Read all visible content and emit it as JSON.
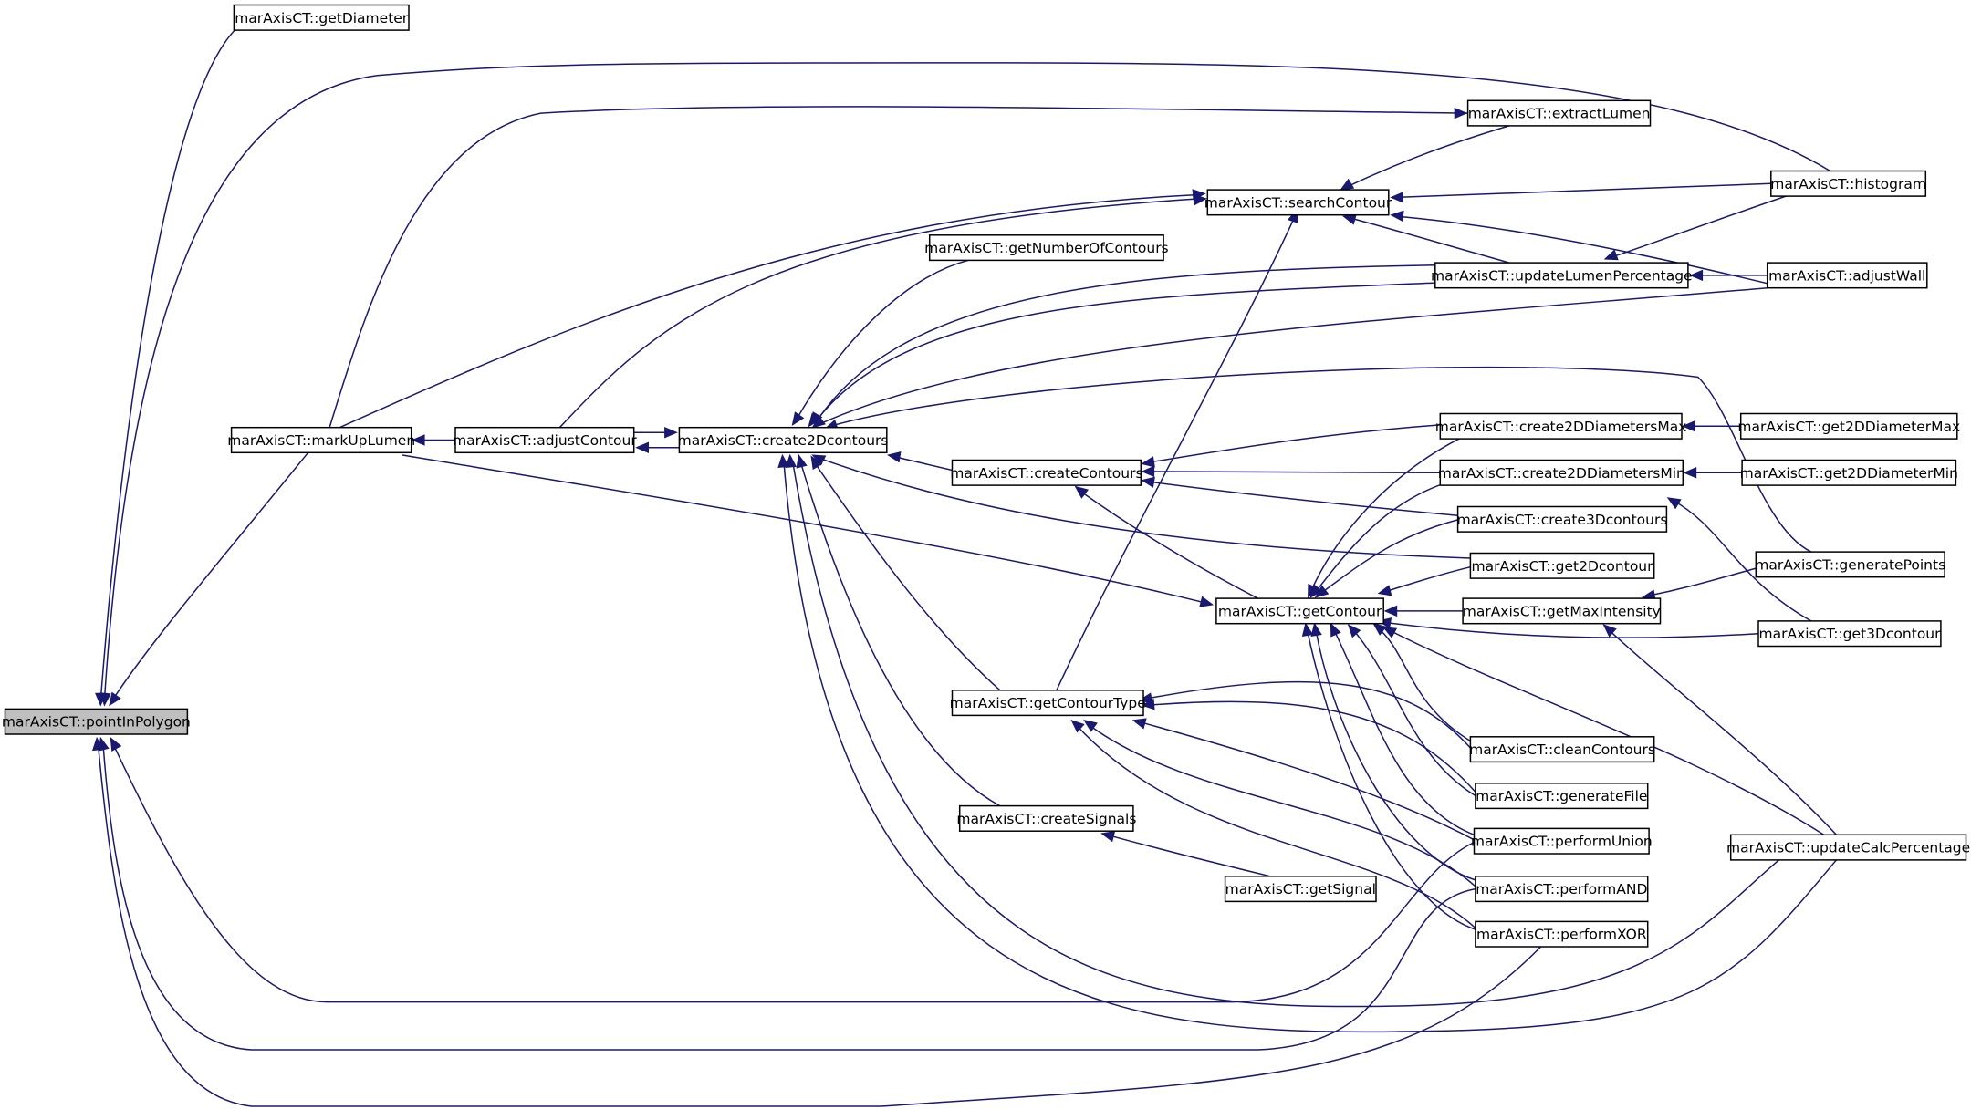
{
  "diagram": {
    "type": "caller-graph",
    "colors": {
      "edge": "#191970",
      "node_border": "#000000",
      "focus_fill": "#bfbfbf",
      "node_fill": "#ffffff"
    },
    "nodes": [
      {
        "id": "pointInPolygon",
        "label": "marAxisCT::pointInPolygon",
        "focus": true
      },
      {
        "id": "getDiameter",
        "label": "marAxisCT::getDiameter"
      },
      {
        "id": "markUpLumen",
        "label": "marAxisCT::markUpLumen"
      },
      {
        "id": "adjustContour",
        "label": "marAxisCT::adjustContour"
      },
      {
        "id": "create2Dcontours",
        "label": "marAxisCT::create2Dcontours"
      },
      {
        "id": "getNumberOfContours",
        "label": "marAxisCT::getNumberOfContours"
      },
      {
        "id": "createContours",
        "label": "marAxisCT::createContours"
      },
      {
        "id": "getContourType",
        "label": "marAxisCT::getContourType"
      },
      {
        "id": "createSignals",
        "label": "marAxisCT::createSignals"
      },
      {
        "id": "getSignal",
        "label": "marAxisCT::getSignal"
      },
      {
        "id": "searchContour",
        "label": "marAxisCT::searchContour"
      },
      {
        "id": "getContour",
        "label": "marAxisCT::getContour"
      },
      {
        "id": "extractLumen",
        "label": "marAxisCT::extractLumen"
      },
      {
        "id": "updateLumenPercentage",
        "label": "marAxisCT::updateLumenPercentage"
      },
      {
        "id": "create2DDiametersMax",
        "label": "marAxisCT::create2DDiametersMax"
      },
      {
        "id": "create2DDiametersMin",
        "label": "marAxisCT::create2DDiametersMin"
      },
      {
        "id": "create3Dcontours",
        "label": "marAxisCT::create3Dcontours"
      },
      {
        "id": "get2Dcontour",
        "label": "marAxisCT::get2Dcontour"
      },
      {
        "id": "getMaxIntensity",
        "label": "marAxisCT::getMaxIntensity"
      },
      {
        "id": "cleanContours",
        "label": "marAxisCT::cleanContours"
      },
      {
        "id": "generateFile",
        "label": "marAxisCT::generateFile"
      },
      {
        "id": "performUnion",
        "label": "marAxisCT::performUnion"
      },
      {
        "id": "performAND",
        "label": "marAxisCT::performAND"
      },
      {
        "id": "performXOR",
        "label": "marAxisCT::performXOR"
      },
      {
        "id": "histogram",
        "label": "marAxisCT::histogram"
      },
      {
        "id": "adjustWall",
        "label": "marAxisCT::adjustWall"
      },
      {
        "id": "get2DDiameterMax",
        "label": "marAxisCT::get2DDiameterMax"
      },
      {
        "id": "get2DDiameterMin",
        "label": "marAxisCT::get2DDiameterMin"
      },
      {
        "id": "generatePoints",
        "label": "marAxisCT::generatePoints"
      },
      {
        "id": "get3Dcontour",
        "label": "marAxisCT::get3Dcontour"
      },
      {
        "id": "updateCalcPercentage",
        "label": "marAxisCT::updateCalcPercentage"
      }
    ],
    "edges": [
      {
        "from": "getDiameter",
        "to": "pointInPolygon"
      },
      {
        "from": "histogram",
        "to": "pointInPolygon"
      },
      {
        "from": "markUpLumen",
        "to": "pointInPolygon"
      },
      {
        "from": "performUnion",
        "to": "pointInPolygon"
      },
      {
        "from": "performAND",
        "to": "pointInPolygon"
      },
      {
        "from": "performXOR",
        "to": "pointInPolygon"
      },
      {
        "from": "extractLumen",
        "to": "markUpLumen"
      },
      {
        "from": "searchContour",
        "to": "markUpLumen"
      },
      {
        "from": "adjustContour",
        "to": "markUpLumen"
      },
      {
        "from": "searchContour",
        "to": "adjustContour"
      },
      {
        "from": "create2Dcontours",
        "to": "adjustContour"
      },
      {
        "from": "adjustContour",
        "to": "create2Dcontours"
      },
      {
        "from": "getNumberOfContours",
        "to": "create2Dcontours"
      },
      {
        "from": "updateLumenPercentage",
        "to": "create2Dcontours"
      },
      {
        "from": "adjustWall",
        "to": "create2Dcontours"
      },
      {
        "from": "generatePoints",
        "to": "create2Dcontours"
      },
      {
        "from": "createContours",
        "to": "create2Dcontours"
      },
      {
        "from": "get2Dcontour",
        "to": "create2Dcontours"
      },
      {
        "from": "getContourType",
        "to": "create2Dcontours"
      },
      {
        "from": "createSignals",
        "to": "create2Dcontours"
      },
      {
        "from": "updateCalcPercentage",
        "to": "create2Dcontours"
      },
      {
        "from": "extractLumen",
        "to": "searchContour"
      },
      {
        "from": "histogram",
        "to": "searchContour"
      },
      {
        "from": "updateLumenPercentage",
        "to": "searchContour"
      },
      {
        "from": "adjustWall",
        "to": "searchContour"
      },
      {
        "from": "getContourType",
        "to": "searchContour"
      },
      {
        "from": "histogram",
        "to": "updateLumenPercentage"
      },
      {
        "from": "adjustWall",
        "to": "updateLumenPercentage"
      },
      {
        "from": "create2DDiametersMax",
        "to": "createContours"
      },
      {
        "from": "create2DDiametersMin",
        "to": "createContours"
      },
      {
        "from": "create3Dcontours",
        "to": "createContours"
      },
      {
        "from": "getContour",
        "to": "createContours"
      },
      {
        "from": "markUpLumen",
        "to": "getContour"
      },
      {
        "from": "create2DDiametersMax",
        "to": "getContour"
      },
      {
        "from": "create2DDiametersMin",
        "to": "getContour"
      },
      {
        "from": "create3Dcontours",
        "to": "getContour"
      },
      {
        "from": "get2Dcontour",
        "to": "getContour"
      },
      {
        "from": "getMaxIntensity",
        "to": "getContour"
      },
      {
        "from": "get3Dcontour",
        "to": "getContour"
      },
      {
        "from": "cleanContours",
        "to": "getContour"
      },
      {
        "from": "generateFile",
        "to": "getContour"
      },
      {
        "from": "performUnion",
        "to": "getContour"
      },
      {
        "from": "performAND",
        "to": "getContour"
      },
      {
        "from": "performXOR",
        "to": "getContour"
      },
      {
        "from": "updateCalcPercentage",
        "to": "getContour"
      },
      {
        "from": "cleanContours",
        "to": "getContourType"
      },
      {
        "from": "generateFile",
        "to": "getContourType"
      },
      {
        "from": "performUnion",
        "to": "getContourType"
      },
      {
        "from": "performAND",
        "to": "getContourType"
      },
      {
        "from": "performXOR",
        "to": "getContourType"
      },
      {
        "from": "getSignal",
        "to": "createSignals"
      },
      {
        "from": "get2DDiameterMax",
        "to": "create2DDiametersMax"
      },
      {
        "from": "get2DDiameterMin",
        "to": "create2DDiametersMin"
      },
      {
        "from": "get3Dcontour",
        "to": "create3Dcontours"
      },
      {
        "from": "generatePoints",
        "to": "getMaxIntensity"
      },
      {
        "from": "updateCalcPercentage",
        "to": "getMaxIntensity"
      }
    ]
  }
}
